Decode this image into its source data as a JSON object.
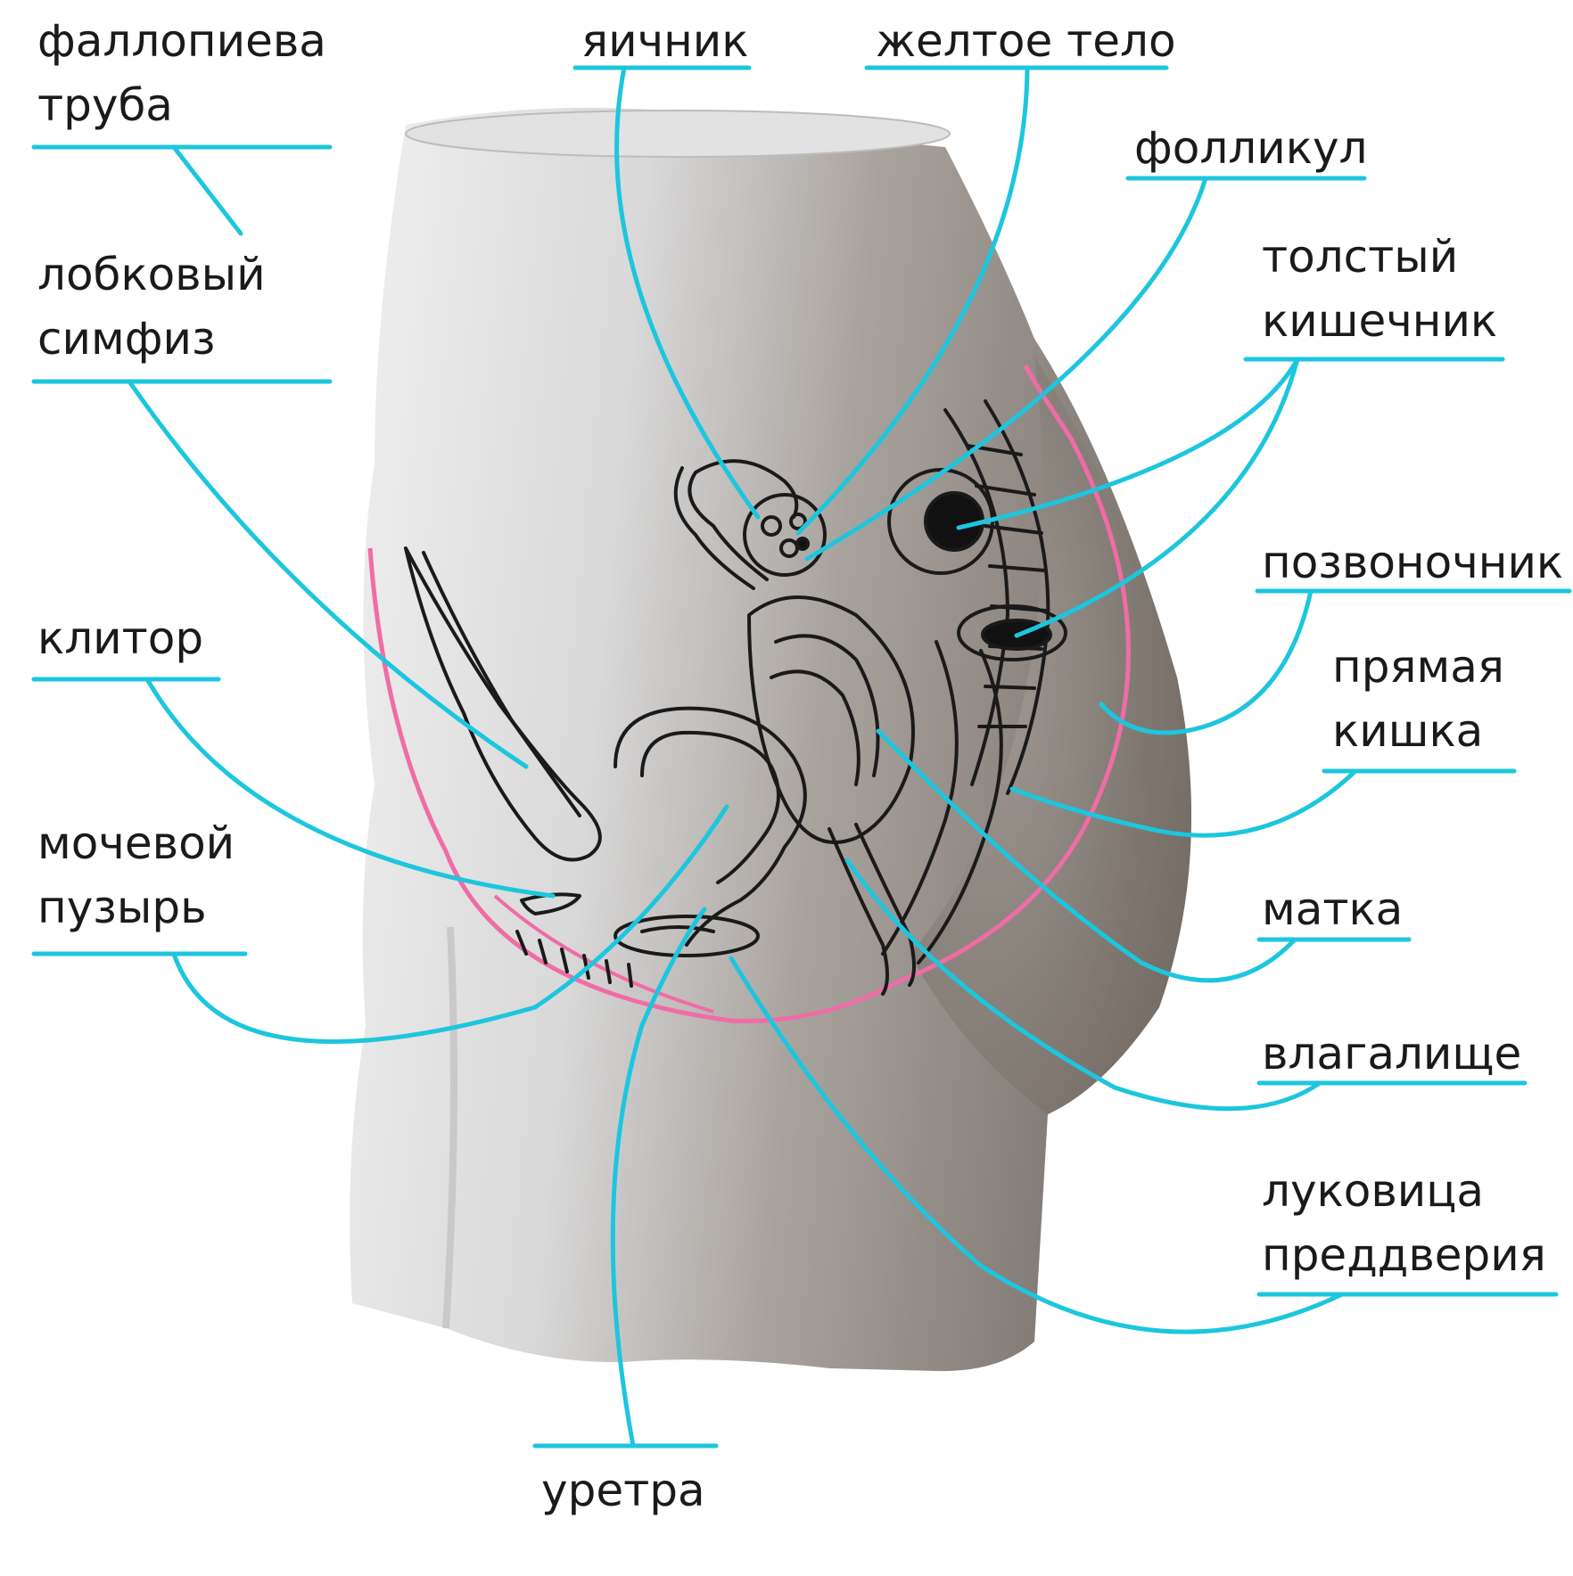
{
  "colors": {
    "leader": "#1cc6de",
    "outline": "#f06ca6",
    "ink": "#1a1a1a",
    "body_light": "#e6e6e6",
    "body_dark": "#8d8782"
  },
  "labels": {
    "fallopian_tube": [
      "фаллопиева",
      "труба"
    ],
    "pubic_symphysis": [
      "лобковый",
      "симфиз"
    ],
    "clitoris": [
      "клитор"
    ],
    "bladder": [
      "мочевой",
      "пузырь"
    ],
    "ovary": [
      "яичник"
    ],
    "corpus_luteum": [
      "желтое тело"
    ],
    "follicle": [
      "фолликул"
    ],
    "large_intestine": [
      "толстый",
      "кишечник"
    ],
    "spine": [
      "позвоночник"
    ],
    "rectum": [
      "прямая",
      "кишка"
    ],
    "uterus": [
      "матка"
    ],
    "vagina": [
      "влагалище"
    ],
    "vestibular_bulb": [
      "луковица",
      "преддверия"
    ],
    "urethra": [
      "уретра"
    ]
  }
}
